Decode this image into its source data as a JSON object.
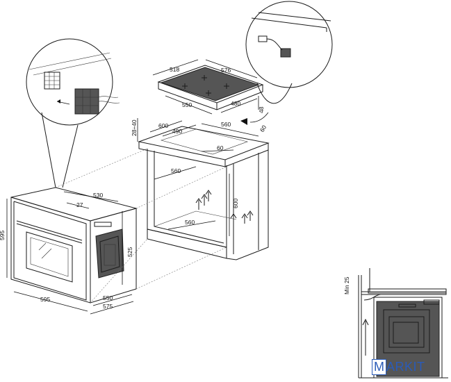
{
  "brand": {
    "initial": "M",
    "rest": "ARKIT",
    "color": "#2a5bb8"
  },
  "hob": {
    "depth": "518",
    "width": "576",
    "cut_width": "550",
    "cut_depth": "480",
    "thickness": "48"
  },
  "cabinet": {
    "top_gap": "28÷40",
    "width": "600",
    "inner": "490",
    "depth_top": "560",
    "edge": "60",
    "rear_gap": "60",
    "inner_width": "560",
    "height": "600",
    "bottom_depth": "560"
  },
  "oven": {
    "depth": "530",
    "panel": "27",
    "height": "595",
    "body_height": "525",
    "width": "595",
    "body_width": "550",
    "outer_width": "575"
  },
  "detail": {
    "min_label": "Min 25"
  },
  "colors": {
    "line": "#1a1a1a",
    "shade": "#e8e8e8",
    "dark": "#555555"
  }
}
